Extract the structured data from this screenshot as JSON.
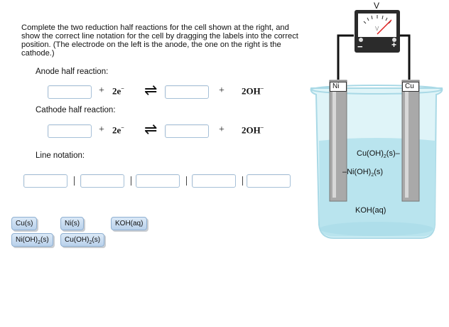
{
  "instructions": "Complete the two reduction half reactions for the cell shown at the right, and show the correct line notation for the cell by dragging the labels into the correct position. (The electrode on the left is the anode, the one on the right is the cathode.)",
  "anode": {
    "label": "Anode half reaction:",
    "plus1": "+",
    "term1": "2e",
    "term1_sup": "−",
    "arrow": "⇌",
    "plus2": "+",
    "term2": "2OH",
    "term2_sup": "−"
  },
  "cathode": {
    "label": "Cathode half reaction:",
    "plus1": "+",
    "term1": "2e",
    "term1_sup": "−",
    "arrow": "⇌",
    "plus2": "+",
    "term2": "2OH",
    "term2_sup": "−"
  },
  "line_notation": {
    "label": "Line notation:",
    "separator": "|"
  },
  "chips": [
    {
      "text": "Cu(s)"
    },
    {
      "text": "Ni(s)"
    },
    {
      "text": "KOH(aq)"
    },
    {
      "pre": "Ni(OH)",
      "sub": "2",
      "post": "(s)"
    },
    {
      "pre": "Cu(OH)",
      "sub": "2",
      "post": "(s)"
    }
  ],
  "apparatus": {
    "voltmeter_label": "V",
    "voltmeter_face": "V",
    "terminal_neg": "−",
    "terminal_pos": "+",
    "left_electrode": "Ni",
    "right_electrode": "Cu",
    "cu_species": {
      "pre": "Cu(OH)",
      "sub": "2",
      "post": "(s)–"
    },
    "ni_species": {
      "pre": "–Ni(OH)",
      "sub": "2",
      "post": "(s)"
    },
    "solution": "KOH(aq)",
    "colors": {
      "solution": "#b9e4ee",
      "glass": "#dff4f8",
      "electrode": "#a9a9a9",
      "voltmeter_body": "#2b2b2b",
      "needle": "#e02020"
    }
  }
}
